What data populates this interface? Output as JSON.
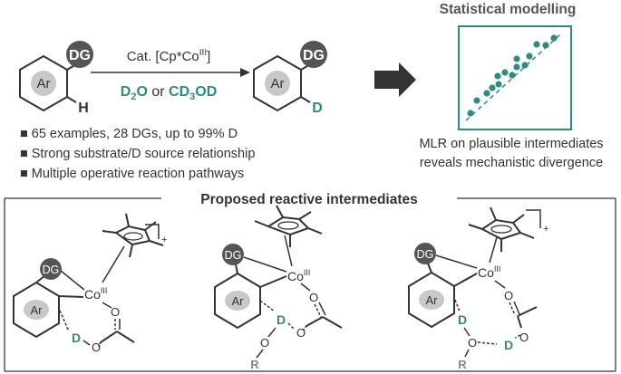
{
  "colors": {
    "teal": "#2e8b7f",
    "dark": "#333333",
    "dg_fill": "#555555",
    "ar_fill": "#c8c8c8",
    "gray_text": "#888888"
  },
  "reaction": {
    "catalyst_prefix": "Cat. [Cp*Co",
    "catalyst_ox": "III",
    "catalyst_suffix": "]",
    "reagent_d2o_1": "D",
    "reagent_d2o_sub": "2",
    "reagent_d2o_2": "O",
    "reagent_or": " or ",
    "reagent_cd3od_1": "CD",
    "reagent_cd3od_sub": "3",
    "reagent_cd3od_2": "OD",
    "sm_dg": "DG",
    "sm_ar": "Ar",
    "sm_h": "H",
    "pr_dg": "DG",
    "pr_ar": "Ar",
    "pr_d": "D"
  },
  "bullets": [
    "65 examples, 28 DGs, up to 99% D",
    "Strong substrate/D source relationship",
    "Multiple operative reaction pathways"
  ],
  "bullet_marker": "■",
  "stats": {
    "title": "Statistical modelling",
    "caption_line1": "MLR on plausible intermediates",
    "caption_line2": "reveals mechanistic divergence"
  },
  "intermediates": {
    "title": "Proposed reactive intermediates",
    "dg": "DG",
    "ar": "Ar",
    "co": "Co",
    "co_ox": "III",
    "d": "D",
    "o": "O",
    "r": "R",
    "charge": "+"
  }
}
